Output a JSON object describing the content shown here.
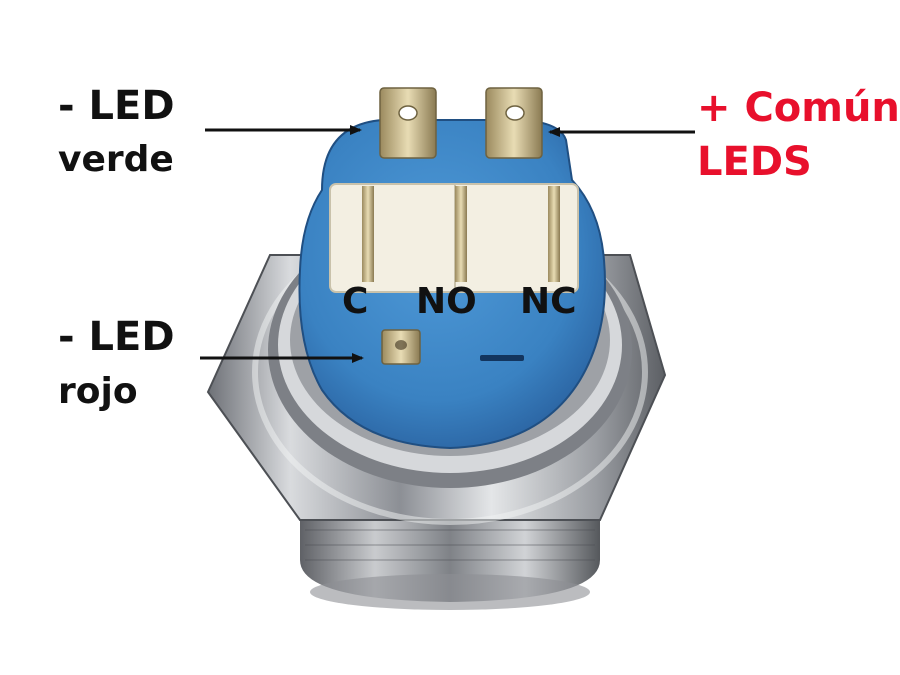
{
  "annotations": {
    "led_green": {
      "line1": "- LED",
      "line2": "verde"
    },
    "led_common": {
      "line1": "+ Común",
      "line2": "LEDS"
    },
    "led_red": {
      "line1": "- LED",
      "line2": "rojo"
    }
  },
  "pin_labels": {
    "c": "C",
    "no": "NO",
    "nc": "NC"
  },
  "colors": {
    "label_text": "#111111",
    "accent_red": "#e8102c",
    "switch_blue": "#3d88c9",
    "metal": "#b9bcc1"
  }
}
